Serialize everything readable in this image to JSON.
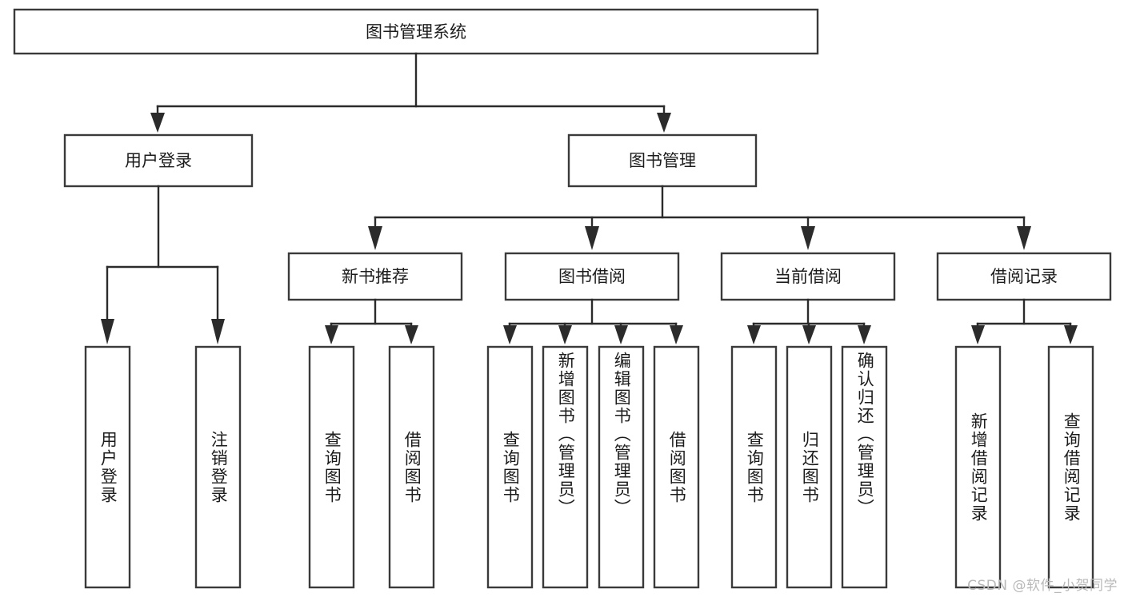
{
  "diagram": {
    "title": "图书管理系统",
    "watermark": "CSDN @软件_小贺同学",
    "root": {
      "label": "图书管理系统"
    },
    "level2": [
      {
        "label": "用户登录"
      },
      {
        "label": "图书管理"
      }
    ],
    "level3": [
      {
        "label": "新书推荐"
      },
      {
        "label": "图书借阅"
      },
      {
        "label": "当前借阅"
      },
      {
        "label": "借阅记录"
      }
    ],
    "leaves": {
      "user_login": [
        {
          "label": "用户登录"
        },
        {
          "label": "注销登录"
        }
      ],
      "new_book_recommend": [
        {
          "label": "查询图书"
        },
        {
          "label": "借阅图书"
        }
      ],
      "book_borrow": [
        {
          "label": "查询图书"
        },
        {
          "label": "新增图书（管理员）"
        },
        {
          "label": "编辑图书（管理员）"
        },
        {
          "label": "借阅图书"
        }
      ],
      "current_borrow": [
        {
          "label": "查询图书"
        },
        {
          "label": "归还图书"
        },
        {
          "label": "确认归还（管理员）"
        }
      ],
      "borrow_record": [
        {
          "label": "新增借阅记录"
        },
        {
          "label": "查询借阅记录"
        }
      ]
    },
    "colors": {
      "box_stroke": "#3a3a3a",
      "connector": "#2b2b2b",
      "text": "#1c1c1c",
      "background": "#ffffff",
      "watermark": "#b9b9b9"
    }
  }
}
